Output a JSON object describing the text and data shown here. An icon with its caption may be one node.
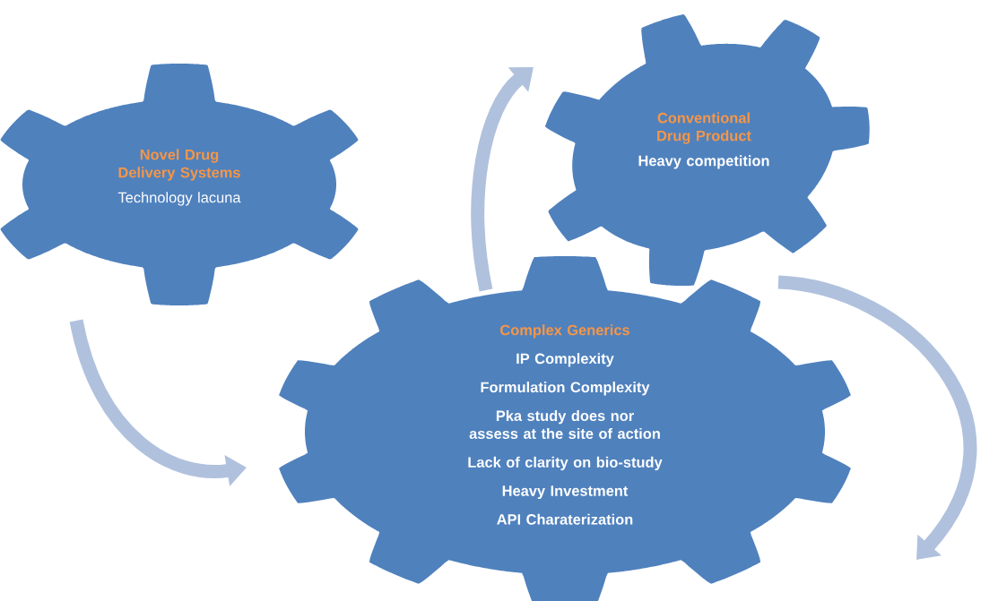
{
  "diagram": {
    "nodes": [
      {
        "text": [
          "Novel Drug Delivery Systems",
          "Technology lacuna"
        ]
      },
      {
        "text": [
          "Conventional Drug Product",
          "Heavy competition"
        ]
      },
      {
        "text": [
          "Complex Generics",
          "IP Complexity",
          "Formulation Complexity",
          "Pka study does nor assess at the site of action",
          "Lack of clarity on bio-study",
          "Heavy Investment",
          "API Charaterization"
        ]
      }
    ],
    "edges": [
      {
        "from": 0,
        "to": 2,
        "arrow": "to"
      },
      {
        "from": 2,
        "to": 1,
        "arrow": "to"
      },
      {
        "from": 1,
        "to": null,
        "arrow": "to"
      }
    ]
  }
}
